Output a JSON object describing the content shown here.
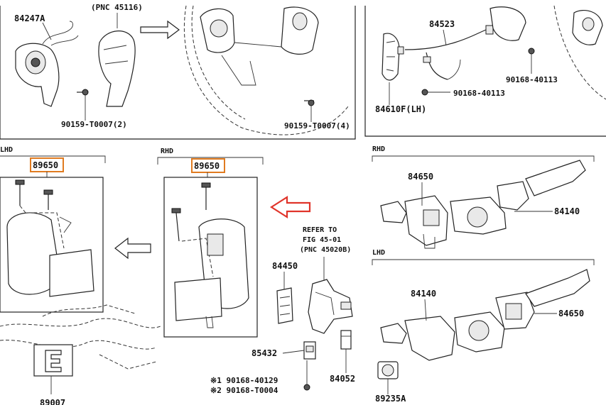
{
  "colors": {
    "highlight_box": "#e07b20",
    "arrow_red": "#e0342a",
    "line": "#222222"
  },
  "top_left": {
    "part_84247a": "84247A",
    "pnc_note": "(PNC 45116)",
    "screw_left": "90159-T0007(2)",
    "screw_right": "90159-T0007(4)"
  },
  "top_right": {
    "part_84523": "84523",
    "part_84610f": "84610F(LH)",
    "screw_upper": "90168-40113",
    "screw_lower": "90168-40113"
  },
  "lhd_section": {
    "region_label": "LHD",
    "part": "89650"
  },
  "rhd_section": {
    "region_label": "RHD",
    "part": "89650",
    "location_label": "RHD"
  },
  "center": {
    "refer_line1": "REFER TO",
    "refer_line2": "FIG 45-01",
    "refer_line3": "(PNC 45020B)",
    "part_84450": "84450",
    "part_85432": "85432",
    "part_84052": "84052",
    "note1": "※1 90168-40129",
    "note2": "※2 90168-T0004"
  },
  "right_rhd": {
    "region_label": "RHD",
    "part_84650": "84650",
    "part_84140": "84140"
  },
  "right_lhd": {
    "region_label": "LHD",
    "part_84140": "84140",
    "part_84650": "84650",
    "part_89235a": "89235A"
  },
  "bottom_left": {
    "part_cut": "89007"
  }
}
